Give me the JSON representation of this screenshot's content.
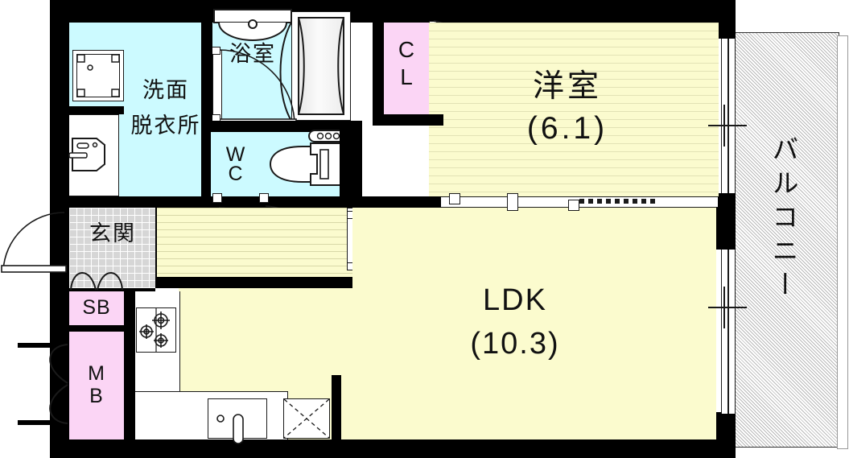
{
  "plan": {
    "type": "residential-floor-plan",
    "orientation": "balcony-right",
    "colors": {
      "wall": "#000000",
      "wet_room": "#ccfaff",
      "living_room": "#fbfbce",
      "storage": "#fbd5f5",
      "balcony_hatch": "#b9b9b9",
      "entry_tile": "#d6d6d6",
      "paper": "#ffffff"
    }
  },
  "rooms": [
    {
      "id": "washroom",
      "name_line1": "洗面",
      "name_line2": "脱衣所",
      "fill": "wet_room"
    },
    {
      "id": "bath",
      "name": "浴室",
      "fill": "wet_room"
    },
    {
      "id": "toilet",
      "name_line1": "W",
      "name_line2": "C",
      "fill": "wet_room"
    },
    {
      "id": "closet",
      "name_line1": "C",
      "name_line2": "L",
      "fill": "storage"
    },
    {
      "id": "bedroom",
      "name": "洋室",
      "area": "(6.1)",
      "fill": "living_room"
    },
    {
      "id": "entrance",
      "name": "玄関",
      "fill": "entry_tile"
    },
    {
      "id": "shoebox",
      "name": "SB",
      "fill": "storage"
    },
    {
      "id": "meterbox",
      "name_line1": "M",
      "name_line2": "B",
      "fill": "storage"
    },
    {
      "id": "ldk",
      "name": "LDK",
      "area": "(10.3)",
      "fill": "living_room"
    },
    {
      "id": "balcony",
      "name": "バルコニー",
      "fill": "balcony_hatch"
    }
  ],
  "labels": {
    "washroom_l1": "洗面",
    "washroom_l2": "脱衣所",
    "bath": "浴室",
    "wc_l1": "W",
    "wc_l2": "C",
    "cl_l1": "C",
    "cl_l2": "L",
    "bedroom_name": "洋室",
    "bedroom_area": "(6.1)",
    "entrance": "玄関",
    "shoebox": "SB",
    "meterbox_l1": "M",
    "meterbox_l2": "B",
    "ldk_name": "LDK",
    "ldk_area": "(10.3)",
    "balcony": "バルコニー"
  },
  "fixtures": [
    {
      "name": "washing-machine-pan",
      "room": "washroom"
    },
    {
      "name": "vanity-sink",
      "room": "washroom"
    },
    {
      "name": "bathtub",
      "room": "bath"
    },
    {
      "name": "shower-head",
      "room": "bath"
    },
    {
      "name": "toilet-bowl",
      "room": "toilet"
    },
    {
      "name": "gas-stove-3-burner",
      "room": "ldk"
    },
    {
      "name": "kitchen-sink",
      "room": "ldk"
    },
    {
      "name": "refrigerator-space",
      "room": "ldk"
    }
  ],
  "openings": [
    {
      "name": "entrance-door",
      "type": "hinged-single"
    },
    {
      "name": "meterbox-doors",
      "type": "hinged-double"
    },
    {
      "name": "shoebox-door",
      "type": "hinged-double"
    },
    {
      "name": "bath-door",
      "type": "hinged-single"
    },
    {
      "name": "toilet-door",
      "type": "hinged-single"
    },
    {
      "name": "washroom-door",
      "type": "hinged-single"
    },
    {
      "name": "ldk-hall-door",
      "type": "hinged-single"
    },
    {
      "name": "closet-doors",
      "type": "folding"
    },
    {
      "name": "bedroom-ldk-partition",
      "type": "sliding"
    },
    {
      "name": "bedroom-balcony-sash",
      "type": "sliding-glass"
    },
    {
      "name": "ldk-balcony-sash",
      "type": "sliding-glass"
    }
  ]
}
